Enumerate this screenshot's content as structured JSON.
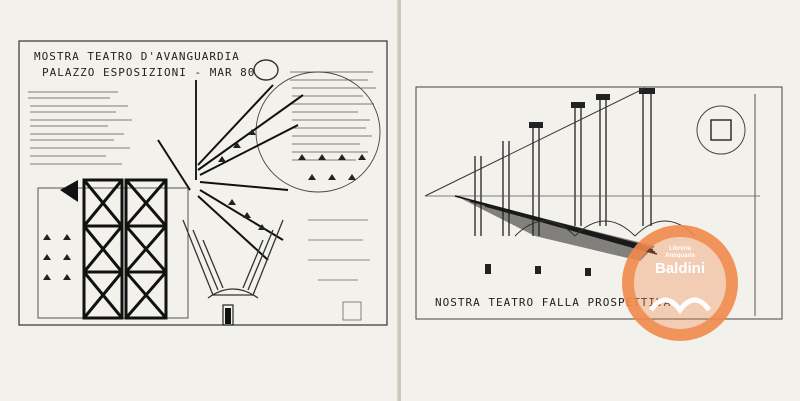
{
  "left_page": {
    "title_line1": "MOSTRA TEATRO D'AVANGUARDIA",
    "title_line2": "PALAZZO ESPOSIZIONI - MAR 80"
  },
  "right_page": {
    "caption": "NOSTRA TEATRO  FALLA PROSPETTIVA"
  },
  "stamp": {
    "line1": "Libreria",
    "line2": "Antiquaria",
    "name": "Baldini",
    "color": "#f08a4b"
  }
}
